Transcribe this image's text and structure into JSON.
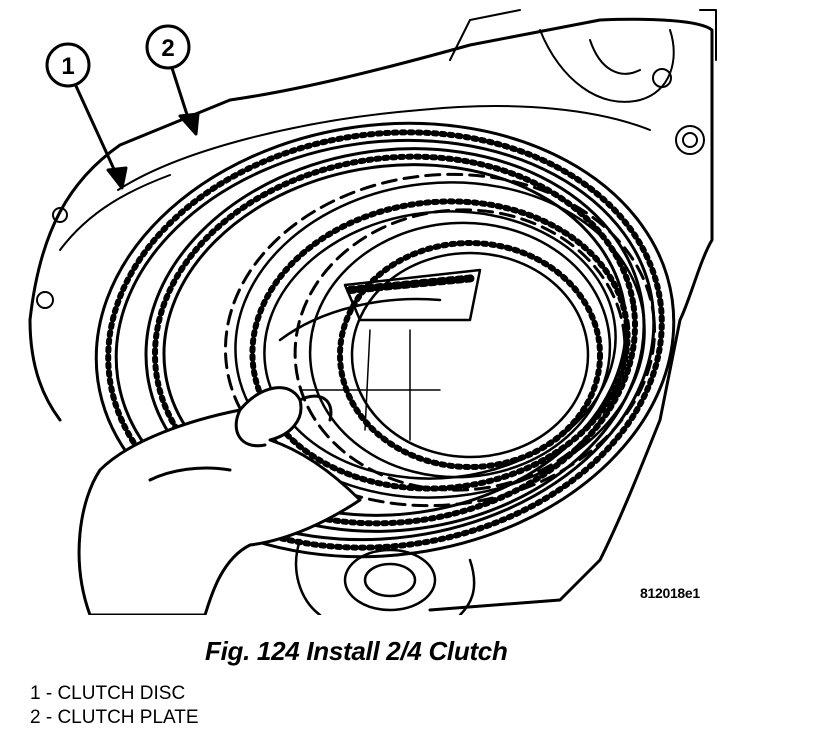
{
  "figure": {
    "code": "812018e1",
    "caption": "Fig. 124 Install 2/4 Clutch",
    "callouts": [
      {
        "number": "1"
      },
      {
        "number": "2"
      }
    ]
  },
  "legend": [
    {
      "text": "1 - CLUTCH DISC"
    },
    {
      "text": "2 - CLUTCH PLATE"
    }
  ]
}
